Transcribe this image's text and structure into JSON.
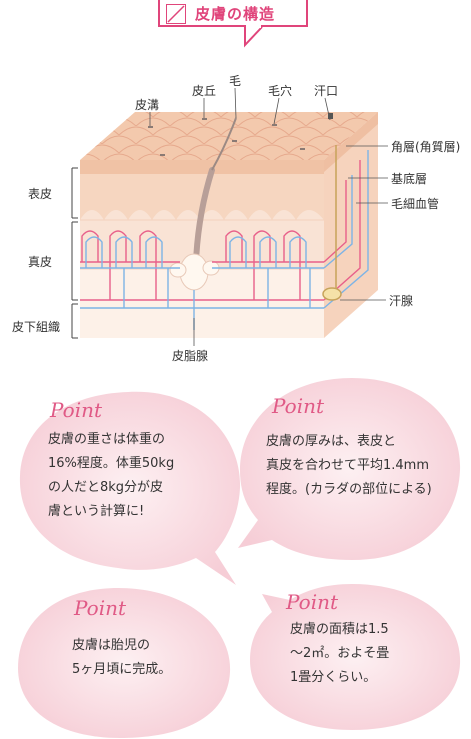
{
  "title": "皮膚の構造",
  "labels": {
    "hishoku": "皮溝",
    "hikyu": "皮丘",
    "ke": "毛",
    "keana": "毛穴",
    "kanko": "汗口",
    "kakuso": "角層(角質層)",
    "kiteiso": "基底層",
    "mousaikekkan": "毛細血管",
    "kansen": "汗腺",
    "hishisen": "皮脂腺"
  },
  "layers": {
    "epidermis": "表皮",
    "dermis": "真皮",
    "subcutaneous": "皮下組織"
  },
  "bubbles": [
    {
      "point": "Point",
      "lines": [
        "皮膚の重さは体重の",
        "16%程度。体重50kg",
        "の人だと8kg分が皮",
        "膚という計算に!"
      ]
    },
    {
      "point": "Point",
      "lines": [
        "皮膚の厚みは、表皮と",
        "真皮を合わせて平均1.4mm",
        "程度。(カラダの部位による)"
      ]
    },
    {
      "point": "Point",
      "lines": [
        "皮膚は胎児の",
        "5ヶ月頃に完成。"
      ]
    },
    {
      "point": "Point",
      "lines": [
        "皮膚の面積は1.5",
        "〜2㎡。およそ畳",
        "1畳分くらい。"
      ]
    }
  ],
  "colors": {
    "accent": "#e0457b",
    "skin_top": "#f2c8ad",
    "epidermis": "#f6d6c0",
    "dermis": "#fae6d9",
    "subcutaneous": "#fdf1e8",
    "vein": "#7db4e6",
    "artery": "#e8608a",
    "bubble": "#f9dde3"
  }
}
